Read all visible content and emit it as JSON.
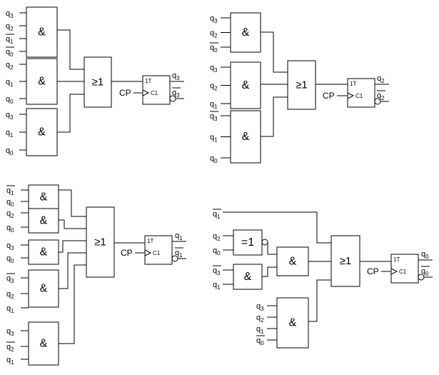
{
  "gate_symbols": {
    "and": "&",
    "or": "≥1",
    "xor": "=1"
  },
  "flipflop": {
    "t_label": "1T",
    "clock_label": "C1",
    "clock_input": "CP"
  },
  "circuits": [
    {
      "id": "q3",
      "and_gates": [
        {
          "inputs": [
            {
              "text": "q",
              "sub": "3",
              "bar": false
            },
            {
              "text": "q",
              "sub": "2",
              "bar": false
            },
            {
              "text": "q",
              "sub": "1",
              "bar": true
            },
            {
              "text": "q",
              "sub": "0",
              "bar": true
            }
          ]
        },
        {
          "inputs": [
            {
              "text": "q",
              "sub": "2",
              "bar": false
            },
            {
              "text": "q",
              "sub": "1",
              "bar": false
            },
            {
              "text": "q",
              "sub": "0",
              "bar": false
            }
          ]
        },
        {
          "inputs": [
            {
              "text": "q",
              "sub": "3",
              "bar": false
            },
            {
              "text": "q",
              "sub": "1",
              "bar": false
            },
            {
              "text": "q",
              "sub": "0",
              "bar": false
            }
          ]
        }
      ],
      "output_q": {
        "text": "q",
        "sub": "3",
        "bar": false
      },
      "output_qbar": {
        "text": "q",
        "sub": "3",
        "bar": true
      }
    },
    {
      "id": "q2",
      "and_gates": [
        {
          "inputs": [
            {
              "text": "q",
              "sub": "3",
              "bar": false
            },
            {
              "text": "q",
              "sub": "2",
              "bar": false
            },
            {
              "text": "q",
              "sub": "0",
              "bar": true
            }
          ]
        },
        {
          "inputs": [
            {
              "text": "q",
              "sub": "3",
              "bar": false
            },
            {
              "text": "q",
              "sub": "2",
              "bar": false
            },
            {
              "text": "q",
              "sub": "1",
              "bar": false
            }
          ]
        },
        {
          "inputs": [
            {
              "text": "q",
              "sub": "3",
              "bar": true
            },
            {
              "text": "q",
              "sub": "1",
              "bar": false
            },
            {
              "text": "q",
              "sub": "0",
              "bar": false
            }
          ]
        }
      ],
      "output_q": {
        "text": "q",
        "sub": "2",
        "bar": false
      },
      "output_qbar": {
        "text": "q",
        "sub": "2",
        "bar": true
      }
    },
    {
      "id": "q1",
      "and_gates": [
        {
          "inputs": [
            {
              "text": "q",
              "sub": "1",
              "bar": true
            },
            {
              "text": "q",
              "sub": "0",
              "bar": false
            }
          ]
        },
        {
          "inputs": [
            {
              "text": "q",
              "sub": "2",
              "bar": false
            },
            {
              "text": "q",
              "sub": "0",
              "bar": false
            }
          ]
        },
        {
          "inputs": [
            {
              "text": "q",
              "sub": "3",
              "bar": false
            },
            {
              "text": "q",
              "sub": "0",
              "bar": false
            }
          ]
        },
        {
          "inputs": [
            {
              "text": "q",
              "sub": "3",
              "bar": true
            },
            {
              "text": "q",
              "sub": "2",
              "bar": false
            },
            {
              "text": "q",
              "sub": "1",
              "bar": false
            }
          ]
        },
        {
          "inputs": [
            {
              "text": "q",
              "sub": "3",
              "bar": false
            },
            {
              "text": "q",
              "sub": "2",
              "bar": true
            },
            {
              "text": "q",
              "sub": "1",
              "bar": false
            }
          ]
        }
      ],
      "output_q": {
        "text": "q",
        "sub": "1",
        "bar": false
      },
      "output_qbar": {
        "text": "q",
        "sub": "1",
        "bar": true
      }
    },
    {
      "id": "q0",
      "direct_input": {
        "text": "q",
        "sub": "1",
        "bar": true
      },
      "xor_inputs": [
        {
          "text": "q",
          "sub": "2",
          "bar": false
        },
        {
          "text": "q",
          "sub": "0",
          "bar": false
        }
      ],
      "and_inputs": [
        {
          "text": "q",
          "sub": "3",
          "bar": true
        },
        {
          "text": "q",
          "sub": "1",
          "bar": false
        }
      ],
      "big_and_inputs": [
        {
          "text": "q",
          "sub": "3",
          "bar": false
        },
        {
          "text": "q",
          "sub": "2",
          "bar": false
        },
        {
          "text": "q",
          "sub": "1",
          "bar": false
        },
        {
          "text": "q",
          "sub": "0",
          "bar": true
        }
      ],
      "output_q": {
        "text": "q",
        "sub": "0",
        "bar": false
      },
      "output_qbar": {
        "text": "q",
        "sub": "0",
        "bar": true
      }
    }
  ]
}
